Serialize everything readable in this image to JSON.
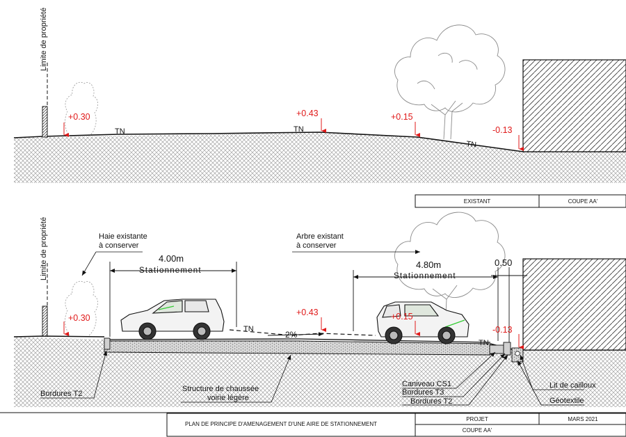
{
  "colors": {
    "line": "#111111",
    "level": "#e01919",
    "ground_hatch": "#9a9a9a",
    "vegetation": "#a0a0a0",
    "green_accent": "#33cc33"
  },
  "top_section": {
    "property_limit": "Limite de propriété",
    "levels": [
      "+0.30",
      "+0.43",
      "+0.15",
      "-0.13"
    ],
    "tn_labels": [
      "TN",
      "TN",
      "TN"
    ],
    "title_block": {
      "state": "EXISTANT",
      "section": "COUPE AA'"
    }
  },
  "bottom_section": {
    "property_limit": "Limite de propriété",
    "callouts": {
      "hedge_line1": "Haie existante",
      "hedge_line2": "à conserver",
      "tree_line1": "Arbre existant",
      "tree_line2": "à conserver"
    },
    "dimensions": {
      "left_width": "4.00m",
      "left_use": "Stationnement",
      "right_width": "4.80m",
      "right_use": "Stationnement",
      "gap": "0.50"
    },
    "levels": [
      "+0.30",
      "+0.43",
      "+0.15",
      "-0.13"
    ],
    "tn_labels": [
      "TN",
      "TN"
    ],
    "slope": "2%",
    "annotations": {
      "bordures_left": "Bordures T2",
      "structure_line1": "Structure de chaussée",
      "structure_line2": "voirie légère",
      "caniveau": "Caniveau CS1",
      "bordures_t3": "Bordures T3",
      "bordures_t2": "Bordures T2",
      "lit": "Lit de cailloux",
      "geotextile": "Géotextile"
    }
  },
  "cartouche": {
    "title": "PLAN DE PRINCIPE D'AMENAGEMENT  D'UNE AIRE DE STATIONNEMENT",
    "projet": "PROJET",
    "date": "MARS 2021",
    "section": "COUPE AA'"
  }
}
